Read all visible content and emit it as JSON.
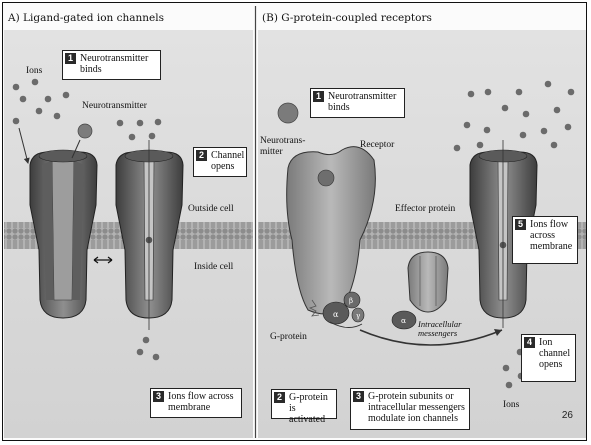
{
  "panel_a": {
    "title": "A) Ligand-gated ion channels",
    "labels": {
      "ions": "Ions",
      "neurotransmitter": "Neurotransmitter",
      "outside_cell": "Outside cell",
      "inside_cell": "Inside cell"
    },
    "callouts": [
      {
        "num": "1",
        "text": "Neurotransmitter binds"
      },
      {
        "num": "2",
        "text": "Channel opens"
      },
      {
        "num": "3",
        "text": "Ions flow across membrane"
      }
    ]
  },
  "panel_b": {
    "title": "(B) G-protein-coupled receptors",
    "labels": {
      "neurotransmitter": "Neurotrans-mitter",
      "receptor": "Receptor",
      "effector_protein": "Effector protein",
      "g_protein": "G-protein",
      "intracellular_messengers": "Intracellular messengers",
      "ions": "Ions",
      "alpha": "α",
      "beta": "β",
      "gamma": "γ"
    },
    "callouts": [
      {
        "num": "1",
        "text": "Neurotransmitter binds"
      },
      {
        "num": "2",
        "text": "G-protein is activated"
      },
      {
        "num": "3",
        "text": "G-protein subunits or intracellular messengers modulate ion channels"
      },
      {
        "num": "4",
        "text": "Ion channel opens"
      },
      {
        "num": "5",
        "text": "Ions flow across membrane"
      }
    ]
  },
  "page_number": "26",
  "colors": {
    "membrane": "#a9a9a9",
    "protein_dark": "#4d4d4d",
    "protein_mid": "#8a8a8a",
    "background_panel": "#dcdcdc"
  }
}
